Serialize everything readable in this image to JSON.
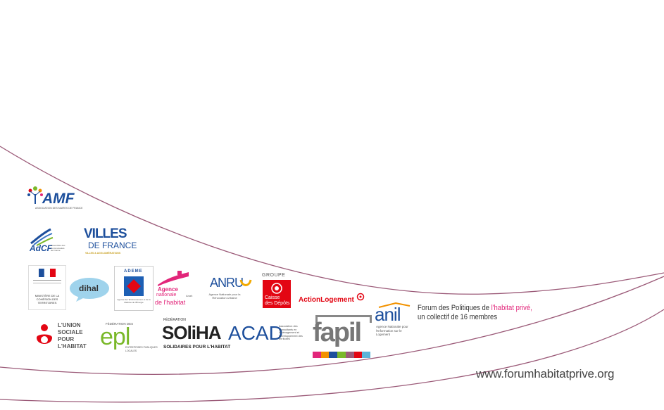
{
  "colors": {
    "curve": "#9b5a78",
    "pink": "#e2267a",
    "red": "#e30613",
    "blue": "#1d4f9c",
    "green": "#7ab829",
    "text": "#333333"
  },
  "logos": {
    "amf": {
      "name": "AMF",
      "tagline": "ASSOCIATION DES MAIRES DE FRANCE"
    },
    "adcf": {
      "name": "AdCF",
      "tagline": "Assemblée des Communautés de France"
    },
    "villes": {
      "line1": "VILLES",
      "line2": "DE FRANCE",
      "tagline": "VILLES & AGGLOMÉRATIONS"
    },
    "ministere": {
      "text": "MINISTÈRE DE LA COHÉSION DES TERRITOIRES"
    },
    "dihal": {
      "name": "dihal"
    },
    "ademe": {
      "name": "ADEME",
      "tagline": "Agence de l'Environnement et de la Maîtrise de l'Énergie"
    },
    "anah": {
      "line1": "Agence",
      "line2": "nationale",
      "line3": "de l'habitat",
      "suffix": "Anah"
    },
    "anru": {
      "name": "ANRU",
      "tagline": "Agence Nationale pour la Rénovation Urbaine"
    },
    "caisse": {
      "group": "GROUPE",
      "line1": "Caisse",
      "line2": "des Dépôts"
    },
    "action": {
      "name": "ActionLogement"
    },
    "ush": {
      "line1": "L'UNION",
      "line2": "SOCIALE",
      "line3": "POUR",
      "line4": "L'HABITAT"
    },
    "epl": {
      "top": "FÉDÉRATION DES",
      "name": "epl",
      "tagline": "ENTREPRISES PUBLIQUES LOCALES"
    },
    "soliha": {
      "top": "FÉDÉRATION",
      "name": "SOliHA",
      "tagline": "SOLIDAIRES POUR L'HABITAT"
    },
    "acad": {
      "name": "ACAD",
      "tagline": "Association des Consultants en Aménagement et Développement des territoires"
    },
    "fapil": {
      "name": "fapil"
    },
    "anil": {
      "name": "anil",
      "tagline": "Agence Nationale pour l'Information sur le Logement"
    }
  },
  "forum": {
    "line1_prefix": "Forum des Politiques de ",
    "line1_highlight": "l'habitat privé,",
    "line2": "un collectif  de 16 membres"
  },
  "footer": {
    "url": "www.forumhabitatprive.org"
  }
}
